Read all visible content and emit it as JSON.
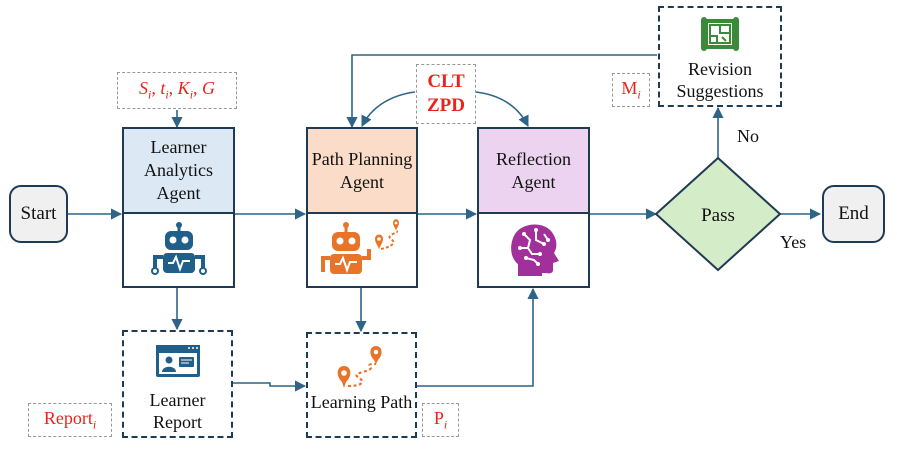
{
  "nodes": {
    "start": "Start",
    "end": "End",
    "learner_analytics_agent": "Learner Analytics Agent",
    "path_planning_agent": "Path Planning Agent",
    "reflection_agent": "Reflection Agent",
    "pass": "Pass",
    "learner_report": "Learner Report",
    "learning_path": "Learning Path",
    "revision_suggestions": "Revision Suggestions"
  },
  "tags": {
    "inputs": "S_i, t_i, K_i, G",
    "report": "Report_i",
    "path": "P_i",
    "revision": "M_i"
  },
  "theory": {
    "clt": "CLT",
    "zpd": "ZPD"
  },
  "decision": {
    "no": "No",
    "yes": "Yes"
  },
  "colors": {
    "analytics_header": "#dce9f5",
    "planning_header": "#fbdcc8",
    "reflection_header": "#ecd3ef",
    "pass_fill": "#d5ecc9",
    "arrow": "#2e6487",
    "robot": "#1f5f8a",
    "orange": "#e8742a",
    "purple": "#a2309a",
    "green": "#3b8a3b",
    "tag_text": "#e8241b"
  },
  "icons": {
    "analytics": "robot-icon",
    "planning": "robot-with-route-icon",
    "reflection": "brain-head-icon",
    "report": "video-report-icon",
    "path": "route-pin-icon",
    "revision": "blueprint-icon"
  }
}
